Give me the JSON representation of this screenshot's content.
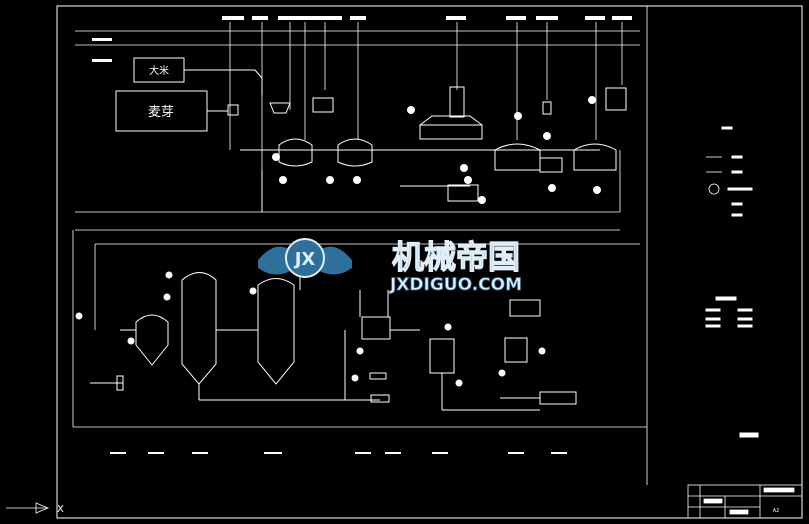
{
  "labels": {
    "rice": "大米",
    "malt": "麦芽",
    "title_block_a2": "A2",
    "axis_x": "X"
  },
  "watermark": {
    "logo_letters": "JX",
    "cn_name": "机械帝国",
    "domain": "JXDIGUO.COM"
  },
  "colors": {
    "background": "#000000",
    "line": "#ffffff",
    "watermark_blue": "#2f6f9c",
    "watermark_light": "#dfeef8"
  }
}
